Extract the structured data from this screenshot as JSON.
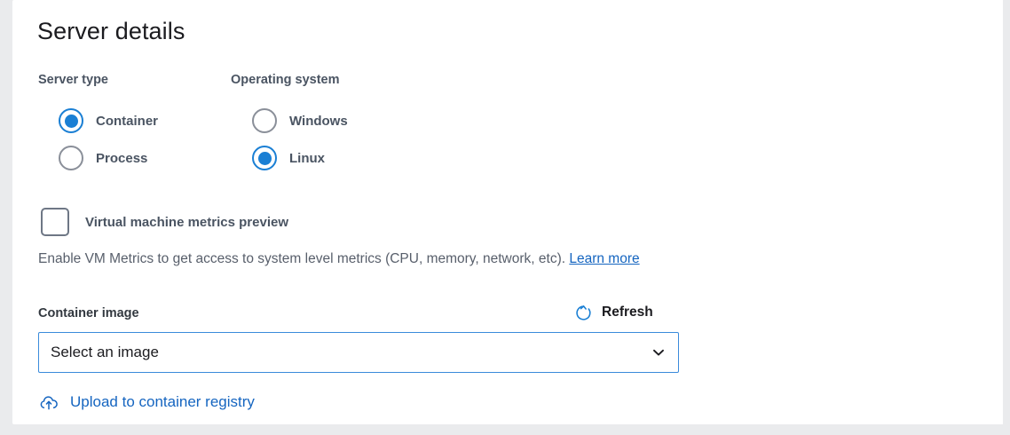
{
  "panel": {
    "title": "Server details"
  },
  "server_type": {
    "label": "Server type",
    "options": [
      {
        "label": "Container",
        "selected": true
      },
      {
        "label": "Process",
        "selected": false
      }
    ]
  },
  "operating_system": {
    "label": "Operating system",
    "options": [
      {
        "label": "Windows",
        "selected": false
      },
      {
        "label": "Linux",
        "selected": true
      }
    ]
  },
  "vm_metrics": {
    "checkbox_label": "Virtual machine metrics preview",
    "checked": false,
    "helper_text": "Enable VM Metrics to get access to system level metrics (CPU, memory, network, etc).",
    "helper_link": "Learn more"
  },
  "container_image": {
    "label": "Container image",
    "refresh_label": "Refresh",
    "refresh_icon": "refresh-circular-arrow-icon",
    "select_value": "Select an image",
    "select_chevron_icon": "chevron-down-icon",
    "upload_label": "Upload to container registry",
    "upload_icon": "cloud-upload-icon"
  },
  "colors": {
    "accent_blue": "#1a7fd4",
    "link_blue": "#1565c0",
    "select_border_blue": "#3b8bdb",
    "label_gray": "#4a5462",
    "page_bg": "#eaebed",
    "card_bg": "#ffffff"
  }
}
